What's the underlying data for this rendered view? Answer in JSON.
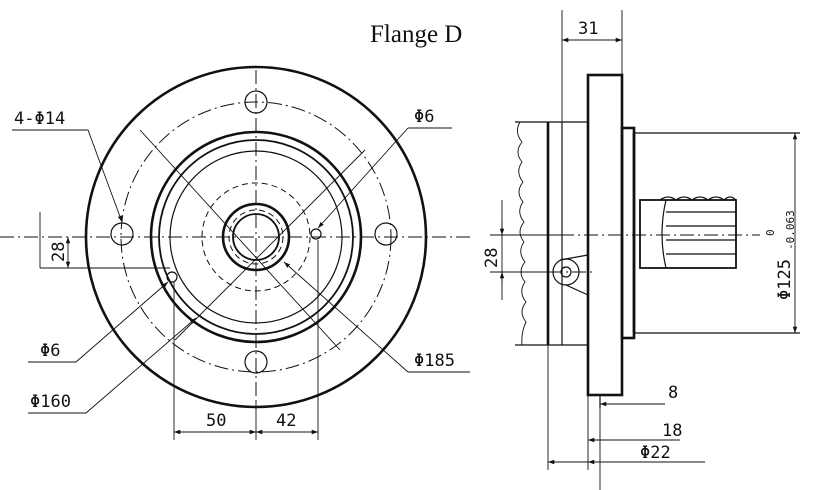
{
  "title": "Flange D",
  "front_view": {
    "holes_label": "4-Φ14",
    "port_label_top": "Φ6",
    "port_label_bottom": "Φ6",
    "offset_label": "28",
    "bolt_circle_label": "Φ185",
    "pilot_label": "Φ160",
    "dim_left": "50",
    "dim_right": "42"
  },
  "side_view": {
    "width_label": "31",
    "offset_label": "28",
    "pilot_dia_label": "Φ125",
    "tol_upper": "0",
    "tol_lower": "-0.063",
    "dim_8": "8",
    "dim_18": "18",
    "dim_22": "Φ22"
  }
}
